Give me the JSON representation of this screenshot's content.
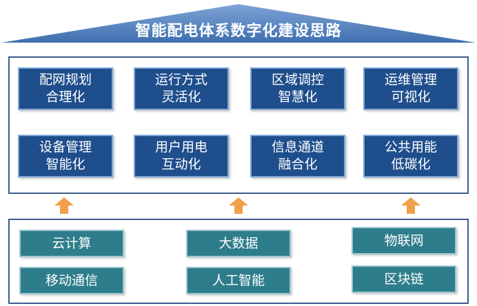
{
  "title": "智能配电体系数字化建设思路",
  "colors": {
    "roof": "#4a78b8",
    "goal_box": "#1f4e8c",
    "tech_box": "#2e7d8c",
    "arrow": "#f0a04b",
    "border": "#3a5a8c"
  },
  "goals": [
    {
      "line1": "配网规划",
      "line2": "合理化"
    },
    {
      "line1": "运行方式",
      "line2": "灵活化"
    },
    {
      "line1": "区域调控",
      "line2": "智慧化"
    },
    {
      "line1": "运维管理",
      "line2": "可视化"
    },
    {
      "line1": "设备管理",
      "line2": "智能化"
    },
    {
      "line1": "用户用电",
      "line2": "互动化"
    },
    {
      "line1": "信息通道",
      "line2": "融合化"
    },
    {
      "line1": "公共用能",
      "line2": "低碳化"
    }
  ],
  "technologies": [
    "云计算",
    "大数据",
    "物联网",
    "移动通信",
    "人工智能",
    "区块链"
  ],
  "icons": {
    "arrow": "up-arrow-icon"
  }
}
